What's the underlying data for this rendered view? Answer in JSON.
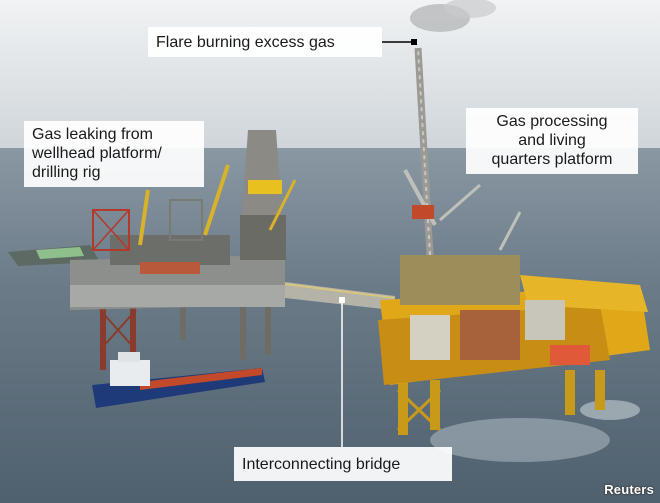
{
  "labels": {
    "flare": "Flare burning excess gas",
    "leak": "Gas leaking from\nwellhead platform/\ndrilling rig",
    "gas_platform": "Gas processing\nand living\nquarters platform",
    "bridge": "Interconnecting bridge"
  },
  "credit": "Reuters",
  "colors": {
    "sky": "#e8ecef",
    "sea": "#5d6e7c",
    "platform_yellow": "#e8b020",
    "rig_grey": "#9a9a94",
    "vessel_blue": "#1f3a78",
    "leader_line": "#ffffff"
  }
}
